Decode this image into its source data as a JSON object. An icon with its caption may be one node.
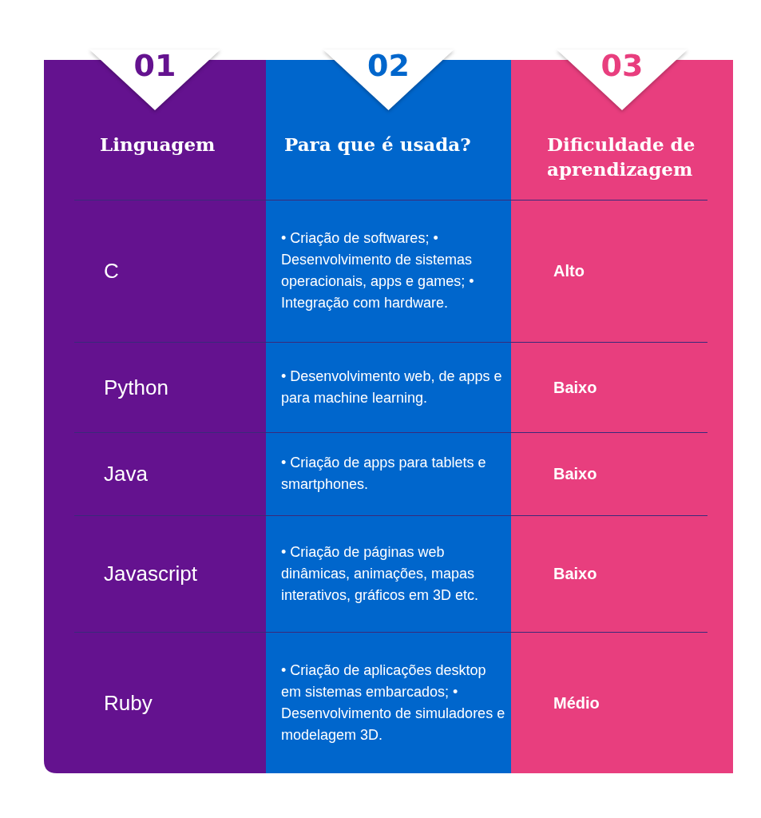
{
  "diagram": {
    "labels": [
      "01",
      "02",
      "03",
      "Linguagem",
      "Para que é usada?",
      "Dificuldade de aprendizagem",
      "C",
      "• Criação de softwares; • Desenvolvimento de sistemas operacionais, apps e games; • Integração com hardware.",
      "Alto",
      "Python",
      "• Desenvolvimento web, de apps e para machine learning.",
      "Baixo",
      "Java",
      "• Criação de apps para tablets e smartphones.",
      "Baixo",
      "Javascript",
      "• Criação de páginas web dinâmicas, animações, mapas interativos, gráficos em 3D etc.",
      "Baixo",
      "Ruby",
      "• Criação de aplicações desktop em sistemas embarcados; • Desenvolvimento de simuladores e modelagem 3D.",
      "Médio"
    ]
  }
}
